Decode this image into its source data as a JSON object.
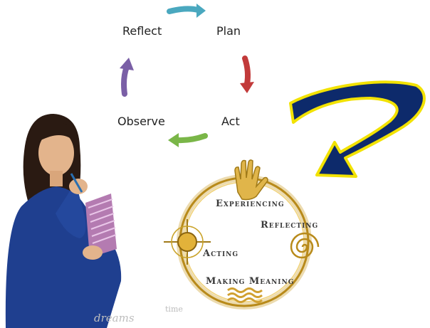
{
  "cycle": {
    "steps": [
      "Reflect",
      "Plan",
      "Act",
      "Observe"
    ],
    "colors": {
      "teal": "#4aa8bf",
      "red": "#c23a3a",
      "green": "#7ab648",
      "purple": "#7a5fa6"
    }
  },
  "kolb": {
    "labels": {
      "experiencing": "Experiencing",
      "reflecting": "Reflecting",
      "acting": "Acting",
      "making_meaning": "Making Meaning"
    },
    "colors": {
      "gold": "#c9a227",
      "gold_light": "#f0d27a",
      "ring": "#b88a1a"
    }
  },
  "big_arrow": {
    "fill": "#0d2a6b",
    "outline": "#f2e200"
  },
  "person": {
    "shirt": "#1f3f8f",
    "hair": "#2a1a12",
    "skin": "#e3b48c",
    "notebook": "#b47bb1"
  },
  "watermark": {
    "text_1": "dreams",
    "text_2": "time"
  }
}
